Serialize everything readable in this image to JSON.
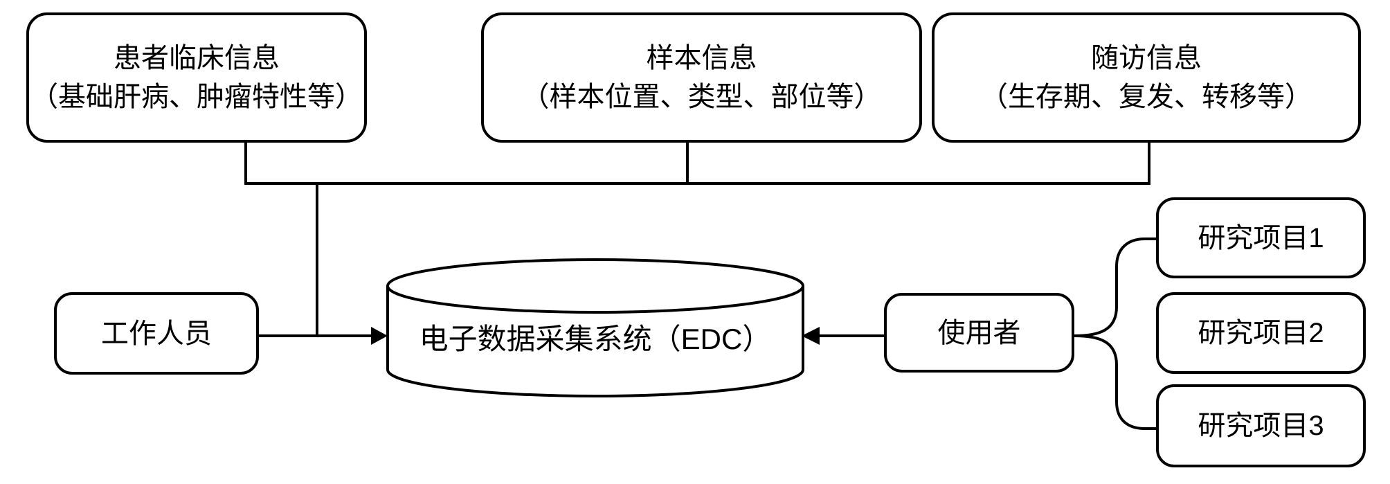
{
  "diagram": {
    "background_color": "#ffffff",
    "line_color": "#000000",
    "top_boxes": [
      {
        "line1": "患者临床信息",
        "line2": "（基础肝病、肿瘤特性等）"
      },
      {
        "line1": "样本信息",
        "line2": "（样本位置、类型、部位等）"
      },
      {
        "line1": "随访信息",
        "line2": "（生存期、复发、转移等）"
      }
    ],
    "staff_box": {
      "label": "工作人员"
    },
    "edc_cylinder": {
      "label": "电子数据采集系统（EDC）"
    },
    "user_box": {
      "label": "使用者"
    },
    "project_boxes": [
      {
        "label": "研究项目1"
      },
      {
        "label": "研究项目2"
      },
      {
        "label": "研究项目3"
      }
    ]
  }
}
